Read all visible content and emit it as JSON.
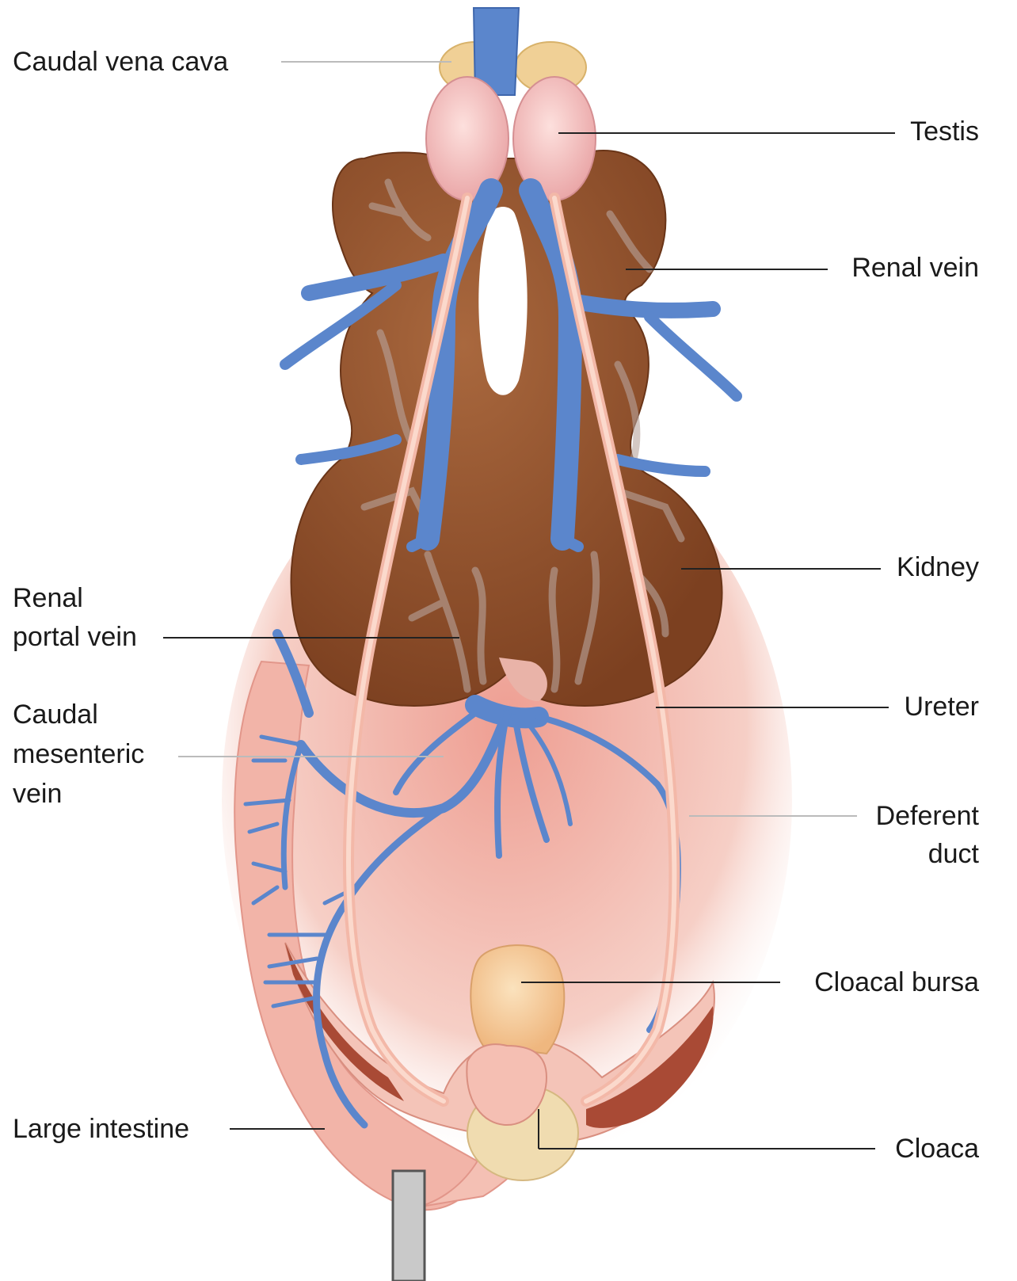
{
  "labels": {
    "caudal_vena_cava": "Caudal vena cava",
    "testis": "Testis",
    "renal_vein": "Renal vein",
    "kidney": "Kidney",
    "renal_portal_vein_1": "Renal",
    "renal_portal_vein_2": "portal vein",
    "caudal_mesenteric_vein_1": "Caudal",
    "caudal_mesenteric_vein_2": "mesenteric",
    "caudal_mesenteric_vein_3": "vein",
    "ureter": "Ureter",
    "deferent_duct_1": "Deferent",
    "deferent_duct_2": "duct",
    "cloacal_bursa": "Cloacal bursa",
    "large_intestine": "Large intestine",
    "cloaca": "Cloaca"
  },
  "colors": {
    "kidney": "#8a4a26",
    "kidney_highlight": "#a8663c",
    "vein": "#5b86cc",
    "vein_light": "#8fb0e0",
    "testis": "#f3c2c2",
    "fat": "#f0d49a",
    "intestine": "#f2b7ac",
    "intestine_dark": "#e29a8c",
    "duct": "#f6d0c2",
    "bursa": "#f5cf9c",
    "ring": "#c9c9c9",
    "background_blush": "#f3c8bf"
  }
}
